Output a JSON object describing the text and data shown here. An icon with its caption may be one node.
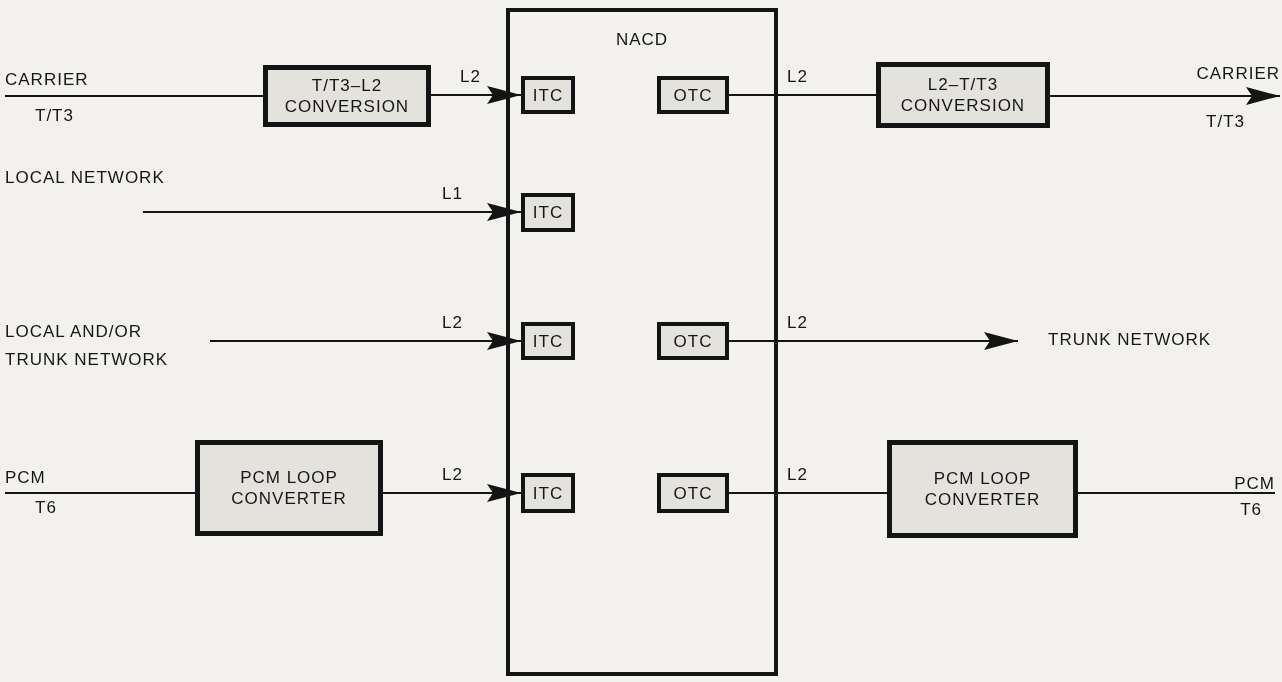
{
  "diagram": {
    "nodes": [
      {
        "text": [
          "CARRIER",
          "T/T3"
        ]
      },
      {
        "text": [
          "T/T3–L2 CONVERSION"
        ]
      },
      {
        "text": [
          "NACD"
        ]
      },
      {
        "text": [
          "ITC"
        ],
        "in": 2
      },
      {
        "text": [
          "OTC"
        ],
        "in": 2
      },
      {
        "text": [
          "L2–T/T3 CONVERSION"
        ]
      },
      {
        "text": [
          "CARRIER",
          "T/T3"
        ]
      },
      {
        "text": [
          "LOCAL NETWORK"
        ]
      },
      {
        "text": [
          "ITC"
        ],
        "in": 2
      },
      {
        "text": [
          "LOCAL AND/OR TRUNK NETWORK"
        ]
      },
      {
        "text": [
          "ITC"
        ],
        "in": 2
      },
      {
        "text": [
          "OTC"
        ],
        "in": 2
      },
      {
        "text": [
          "TRUNK NETWORK"
        ]
      },
      {
        "text": [
          "PCM",
          "T6"
        ]
      },
      {
        "text": [
          "PCM LOOP CONVERTER"
        ]
      },
      {
        "text": [
          "ITC"
        ],
        "in": 2
      },
      {
        "text": [
          "OTC"
        ],
        "in": 2
      },
      {
        "text": [
          "PCM LOOP CONVERTER"
        ]
      },
      {
        "text": [
          "PCM",
          "T6"
        ]
      }
    ],
    "edges": [
      {
        "from": 0,
        "to": 1,
        "arrow": "none"
      },
      {
        "from": 1,
        "to": 3,
        "arrow": "to",
        "label": "L2"
      },
      {
        "from": 4,
        "to": 5,
        "arrow": "none",
        "label": "L2"
      },
      {
        "from": 5,
        "to": 6,
        "arrow": "to"
      },
      {
        "from": 7,
        "to": 8,
        "arrow": "to",
        "label": "L1"
      },
      {
        "from": 9,
        "to": 10,
        "arrow": "to",
        "label": "L2"
      },
      {
        "from": 11,
        "to": 12,
        "arrow": "to",
        "label": "L2"
      },
      {
        "from": 13,
        "to": 14,
        "arrow": "none"
      },
      {
        "from": 14,
        "to": 15,
        "arrow": "to",
        "label": "L2"
      },
      {
        "from": 16,
        "to": 17,
        "arrow": "none",
        "label": "L2"
      },
      {
        "from": 17,
        "to": 18,
        "arrow": "none"
      }
    ]
  }
}
